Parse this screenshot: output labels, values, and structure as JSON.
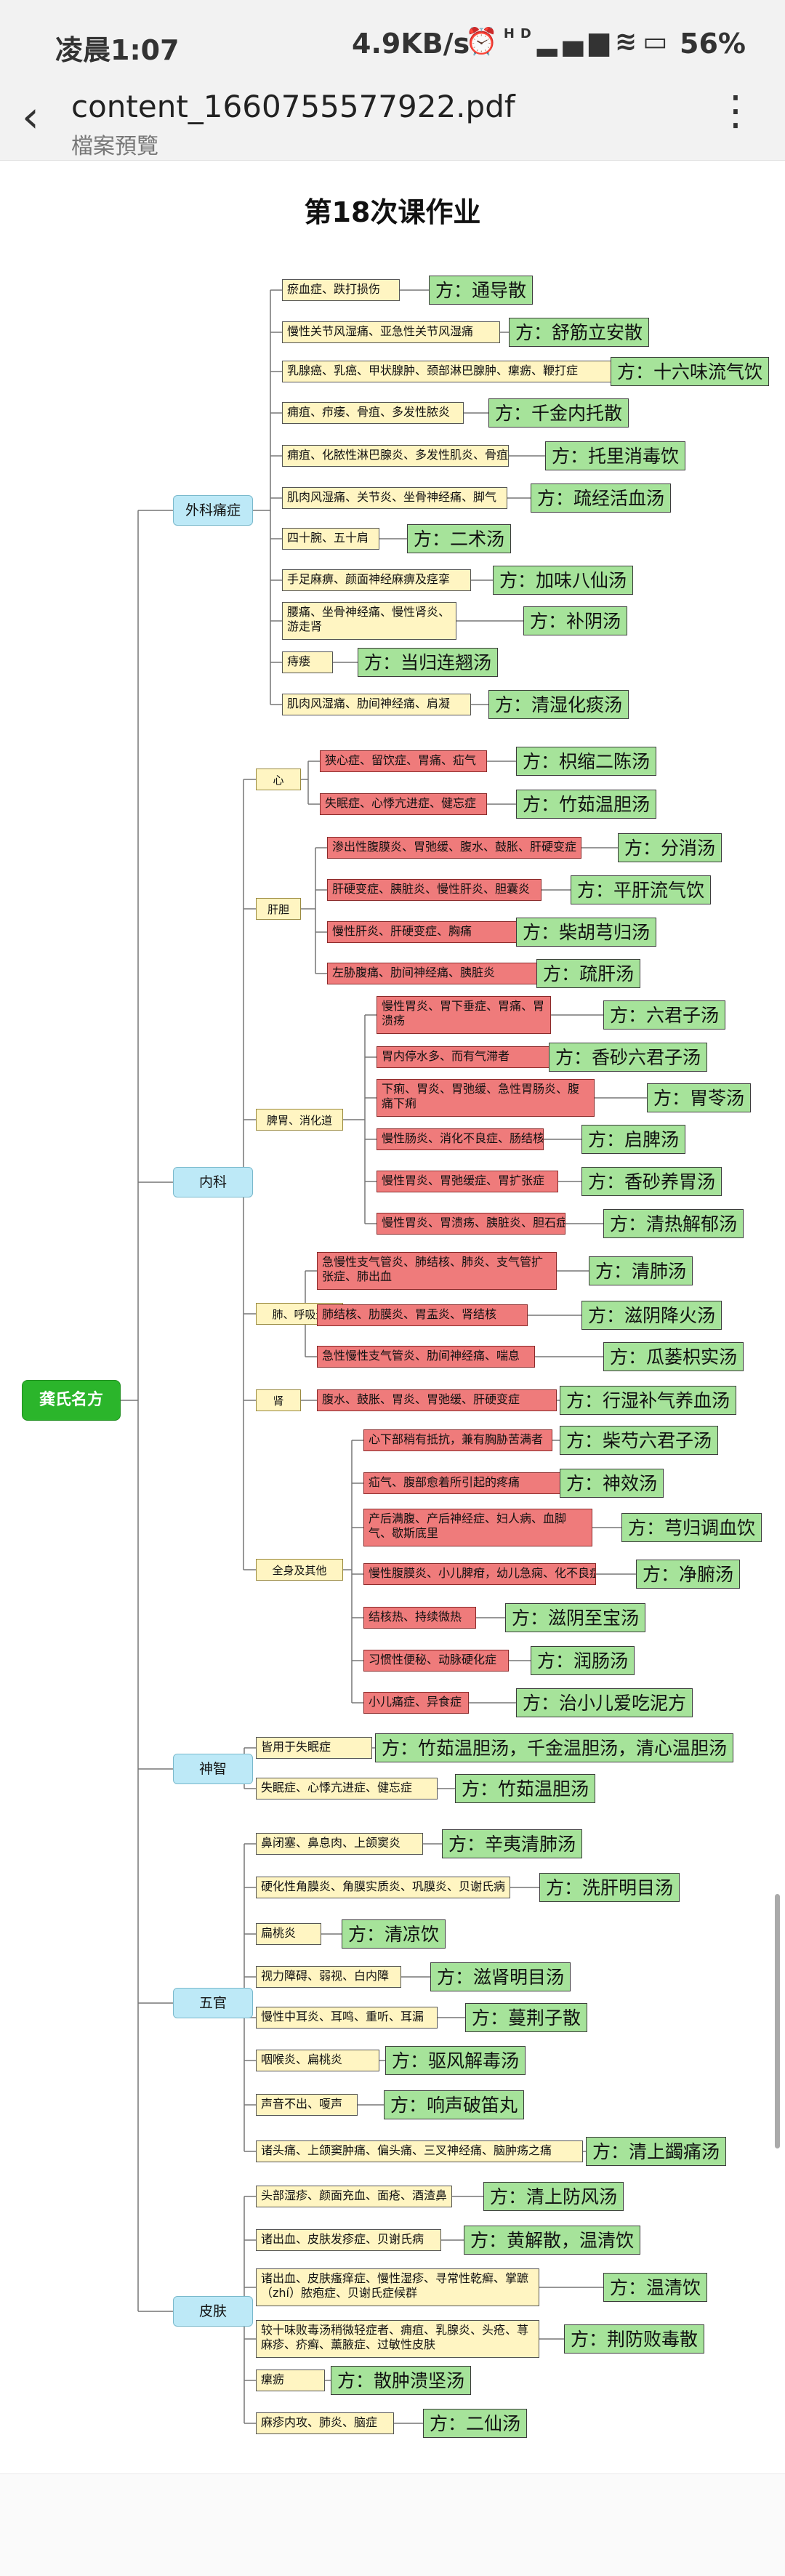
{
  "status_bar": {
    "time": "凌晨1:07",
    "net_speed": "4.9KB/s",
    "icons": [
      "alarm-icon",
      "hd-signal-icon",
      "signal-icon",
      "wifi-icon"
    ],
    "battery": "56%"
  },
  "toolbar": {
    "back_glyph": "‹",
    "title": "content_1660755577922.pdf",
    "subtitle": "檔案預覽",
    "more_glyph": "⋮"
  },
  "document": {
    "title": "第18次课作业",
    "root": "龚氏名方",
    "categories": [
      {
        "label": "外科痛症",
        "items": [
          {
            "sym": "瘀血症、跌打损伤",
            "rx": "方：通导散"
          },
          {
            "sym": "慢性关节风湿痛、亚急性关节风湿痛",
            "rx": "方：舒筋立安散"
          },
          {
            "sym": "乳腺癌、乳癌、甲状腺肿、颈部淋巴腺肿、瘰疬、鞭打症",
            "rx": "方：十六味流气饮"
          },
          {
            "sym": "痈疽、疖痿、骨疽、多发性脓炎",
            "rx": "方：千金内托散"
          },
          {
            "sym": "痈疽、化脓性淋巴腺炎、多发性肌炎、骨疽",
            "rx": "方：托里消毒饮"
          },
          {
            "sym": "肌肉风湿痛、关节炎、坐骨神经痛、脚气",
            "rx": "方：疏经活血汤"
          },
          {
            "sym": "四十腕、五十肩",
            "rx": "方：二术汤"
          },
          {
            "sym": "手足麻痹、颜面神经麻痹及痉挛",
            "rx": "方：加味八仙汤"
          },
          {
            "sym": "腰痛、坐骨神经痛、慢性肾炎、游走肾",
            "rx": "方：补阴汤"
          },
          {
            "sym": "痔瘘",
            "rx": "方：当归连翘汤"
          },
          {
            "sym": "肌肉风湿痛、肋间神经痛、肩凝",
            "rx": "方：清湿化痰汤"
          }
        ]
      },
      {
        "label": "内科",
        "groups": [
          {
            "label": "心",
            "items": [
              {
                "sym": "狭心症、留饮症、胃痛、疝气",
                "rx": "方：枳缩二陈汤"
              },
              {
                "sym": "失眠症、心悸亢进症、健忘症",
                "rx": "方：竹茹温胆汤"
              }
            ]
          },
          {
            "label": "肝胆",
            "items": [
              {
                "sym": "渗出性腹膜炎、胃弛缓、腹水、鼓胀、肝硬变症",
                "rx": "方：分消汤"
              },
              {
                "sym": "肝硬变症、胰脏炎、慢性肝炎、胆囊炎",
                "rx": "方：平肝流气饮"
              },
              {
                "sym": "慢性肝炎、肝硬变症、胸痛",
                "rx": "方：柴胡芎归汤"
              },
              {
                "sym": "左胁腹痛、肋间神经痛、胰脏炎",
                "rx": "方：疏肝汤"
              }
            ]
          },
          {
            "label": "脾胃、消化道",
            "items": [
              {
                "sym": "慢性胃炎、胃下垂症、胃痛、胃溃疡",
                "rx": "方：六君子汤"
              },
              {
                "sym": "胃内停水多、而有气滞者",
                "rx": "方：香砂六君子汤"
              },
              {
                "sym": "下痢、胃炎、胃弛缓、急性胃肠炎、腹痛下痢",
                "rx": "方：胃苓汤"
              },
              {
                "sym": "慢性肠炎、消化不良症、肠结核",
                "rx": "方：启脾汤"
              },
              {
                "sym": "慢性胃炎、胃弛缓症、胃扩张症",
                "rx": "方：香砂养胃汤"
              },
              {
                "sym": "慢性胃炎、胃溃疡、胰脏炎、胆石症",
                "rx": "方：清热解郁汤"
              }
            ]
          },
          {
            "label": "肺、呼吸道",
            "items": [
              {
                "sym": "急慢性支气管炎、肺结核、肺炎、支气管扩张症、肺出血",
                "rx": "方：清肺汤"
              },
              {
                "sym": "肺结核、肋膜炎、胃盂炎、肾结核",
                "rx": "方：滋阴降火汤"
              },
              {
                "sym": "急性慢性支气管炎、肋间神经痛、喘息",
                "rx": "方：瓜蒌枳实汤"
              }
            ]
          },
          {
            "label": "肾",
            "items": [
              {
                "sym": "腹水、鼓胀、胃炎、胃弛缓、肝硬变症",
                "rx": "方：行湿补气养血汤"
              }
            ]
          },
          {
            "label": "全身及其他",
            "items": [
              {
                "sym": "心下部稍有抵抗，兼有胸胁苦满者",
                "rx": "方：柴芍六君子汤"
              },
              {
                "sym": "疝气、腹部愈着所引起的疼痛",
                "rx": "方：神效汤"
              },
              {
                "sym": "产后满腹、产后神经症、妇人病、血脚气、歇斯底里",
                "rx": "方：芎归调血饮"
              },
              {
                "sym": "慢性腹膜炎、小儿脾疳，幼儿急痫、化不良症",
                "rx": "方：净腑汤"
              },
              {
                "sym": "结核热、持续微热",
                "rx": "方：滋阴至宝汤"
              },
              {
                "sym": "习惯性便秘、动脉硬化症",
                "rx": "方：润肠汤"
              },
              {
                "sym": "小儿痛症、异食症",
                "rx": "方：治小儿爱吃泥方"
              }
            ]
          }
        ]
      },
      {
        "label": "神智",
        "items": [
          {
            "sym": "皆用于失眠症",
            "rx": "方：竹茹温胆汤，千金温胆汤，清心温胆汤"
          },
          {
            "sym": "失眠症、心悸亢进症、健忘症",
            "rx": "方：竹茹温胆汤"
          }
        ]
      },
      {
        "label": "五官",
        "items": [
          {
            "sym": "鼻闭塞、鼻息肉、上颌窦炎",
            "rx": "方：辛夷清肺汤"
          },
          {
            "sym": "硬化性角膜炎、角膜实质炎、巩膜炎、贝谢氏病",
            "rx": "方：洗肝明目汤"
          },
          {
            "sym": "扁桃炎",
            "rx": "方：清凉饮"
          },
          {
            "sym": "视力障碍、弱视、白内障",
            "rx": "方：滋肾明目汤"
          },
          {
            "sym": "慢性中耳炎、耳鸣、重听、耳漏",
            "rx": "方：蔓荆子散"
          },
          {
            "sym": "咽喉炎、扁桃炎",
            "rx": "方：驱风解毒汤"
          },
          {
            "sym": "声音不出、嗄声",
            "rx": "方：响声破笛丸"
          },
          {
            "sym": "诸头痛、上颌窦肿痛、偏头痛、三叉神经痛、脑肿疡之痛",
            "rx": "方：清上蠲痛汤"
          }
        ]
      },
      {
        "label": "皮肤",
        "items": [
          {
            "sym": "头部湿疹、颜面充血、面疮、酒渣鼻",
            "rx": "方：清上防风汤"
          },
          {
            "sym": "诸出血、皮肤发疹症、贝谢氏病",
            "rx": "方：黄解散，温清饮"
          },
          {
            "sym": "诸出血、皮肤瘙痒症、慢性湿疹、寻常性乾癣、掌蹠（zhí）脓疱症、贝谢氏症候群",
            "rx": "方：温清饮"
          },
          {
            "sym": "较十味败毒汤稍微轻症者、痈疽、乳腺炎、头疮、荨麻疹、疥癣、薰腋症、过敏性皮肤",
            "rx": "方：荆防败毒散"
          },
          {
            "sym": "瘰疬",
            "rx": "方：散肿溃坚汤"
          },
          {
            "sym": "麻疹内攻、肺炎、脑症",
            "rx": "方：二仙汤"
          }
        ]
      }
    ]
  },
  "colors": {
    "root_fill": "#2bb52b",
    "category_fill": "#bde9f7",
    "group_fill": "#fff5c2",
    "symptom_yellow": "#fff5c2",
    "symptom_red": "#ef7b7b",
    "prescription_fill": "#a6e39a",
    "connector": "#777777"
  }
}
